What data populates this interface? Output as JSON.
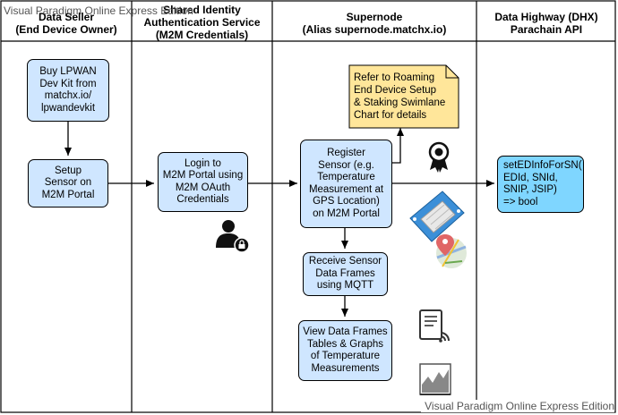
{
  "lanes": [
    {
      "title": "Data Seller\n(End Device Owner)"
    },
    {
      "title": "Shared Identity\nAuthentication Service\n(M2M Credentials)"
    },
    {
      "title": "Supernode\n(Alias supernode.matchx.io)"
    },
    {
      "title": "Data Highway (DHX)\nParachain API"
    }
  ],
  "steps": {
    "buy_kit": "Buy LPWAN\nDev Kit from\nmatchx.io/\nlpwandevkit",
    "setup_sensor": "Setup\nSensor on\nM2M Portal",
    "login": "Login to\nM2M Portal using\nM2M OAuth\nCredentials",
    "register_sensor": "Register\nSensor (e.g.\nTemperature\nMeasurement at\nGPS Location)\non M2M Portal",
    "receive_frames": "Receive Sensor\nData Frames\nusing MQTT",
    "view_frames": "View Data Frames\nTables & Graphs\nof Temperature\nMeasurements",
    "api_call": "setEDInfoForSN(\n    EDId, SNId,\n    SNIP, JSIP)\n=> bool"
  },
  "note": "Refer to Roaming\nEnd Device Setup\n& Staking Swimlane\nChart for details",
  "watermark_top": "Visual Paradigm Online Express Edition",
  "watermark_bottom": "Visual Paradigm Online Express Edition",
  "colors": {
    "box_fill": "#cfe6ff",
    "api_fill": "#7fd6ff",
    "note_fill": "#ffe69a",
    "line": "#000000"
  },
  "icons": [
    "user-lock-icon",
    "award-ribbon-icon",
    "sensor-board-icon",
    "map-pin-icon",
    "document-icon",
    "chart-icon"
  ]
}
